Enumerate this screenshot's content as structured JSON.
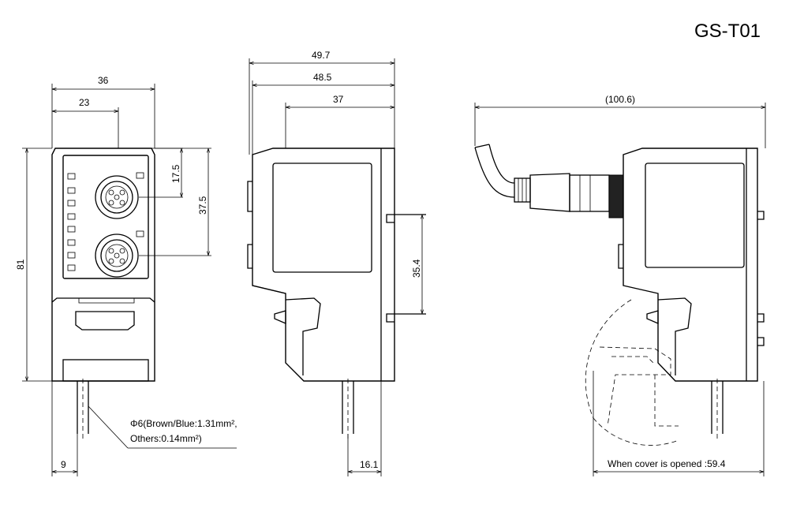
{
  "title": "GS-T01",
  "front_view": {
    "width_overall": "36",
    "width_connector": "23",
    "height_overall": "81",
    "connector_pitch_1": "17.5",
    "connector_pitch_2": "37.5",
    "cable_offset": "9"
  },
  "side_view": {
    "depth_overall": "49.7",
    "depth_body": "48.5",
    "depth_main": "37",
    "rail_height": "35.4",
    "cable_offset": "16.1"
  },
  "right_view": {
    "length_with_cable": "(100.6)",
    "cover_opened_note": "When cover is opened :59.4"
  },
  "cable_note": {
    "line1": "Φ6(Brown/Blue:1.31mm²,",
    "line2": "Others:0.14mm²)"
  }
}
